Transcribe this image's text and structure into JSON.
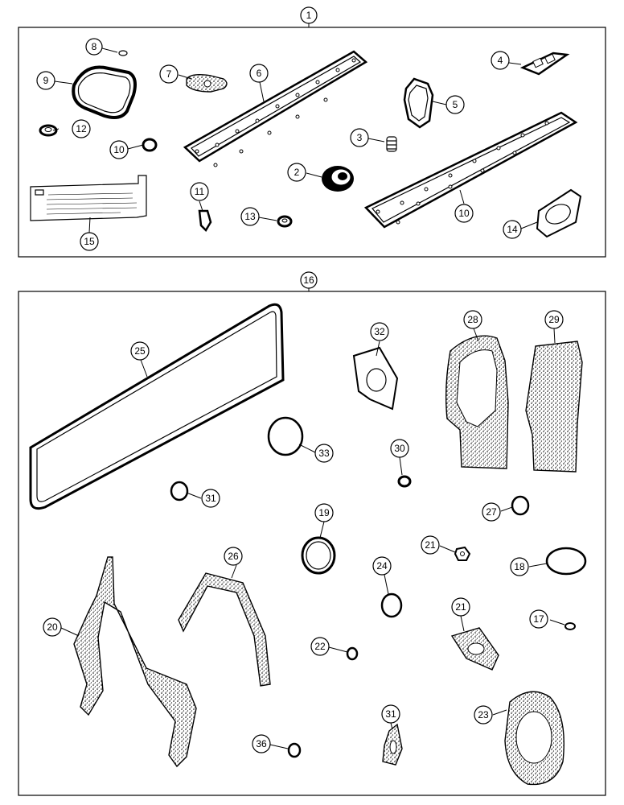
{
  "groups": [
    {
      "id": "1",
      "label": "1"
    },
    {
      "id": "16",
      "label": "16"
    }
  ],
  "callouts": {
    "c1": "1",
    "c2": "2",
    "c3": "3",
    "c4": "4",
    "c5": "5",
    "c6": "6",
    "c7": "7",
    "c8": "8",
    "c9": "9",
    "c10a": "10",
    "c10b": "10",
    "c11": "11",
    "c12": "12",
    "c13": "13",
    "c14": "14",
    "c15": "15",
    "c16": "16",
    "c17": "17",
    "c18": "18",
    "c19": "19",
    "c20": "20",
    "c21a": "21",
    "c21b": "21",
    "c22": "22",
    "c23": "23",
    "c24": "24",
    "c25": "25",
    "c26": "26",
    "c27": "27",
    "c28": "28",
    "c29": "29",
    "c30": "30",
    "c31a": "31",
    "c31b": "31",
    "c32": "32",
    "c33": "33",
    "c36": "36"
  }
}
